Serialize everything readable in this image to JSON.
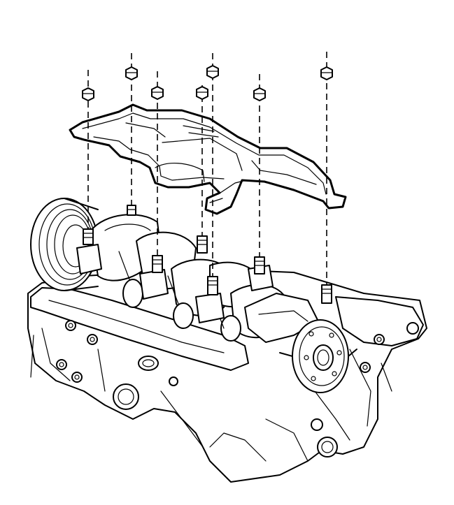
{
  "diagram": {
    "colors": {
      "ink": "#000000",
      "paper": "#ffffff"
    },
    "parts": [
      "oil-pan-baffle",
      "baffle-nut",
      "mounting-stud",
      "crankshaft",
      "engine-block",
      "crankshaft-pulley",
      "flywheel-flange"
    ],
    "fasteners": [
      {
        "id": "nut-1"
      },
      {
        "id": "nut-2"
      },
      {
        "id": "nut-3"
      },
      {
        "id": "nut-4"
      },
      {
        "id": "nut-5"
      },
      {
        "id": "nut-6"
      },
      {
        "id": "nut-7"
      }
    ]
  }
}
